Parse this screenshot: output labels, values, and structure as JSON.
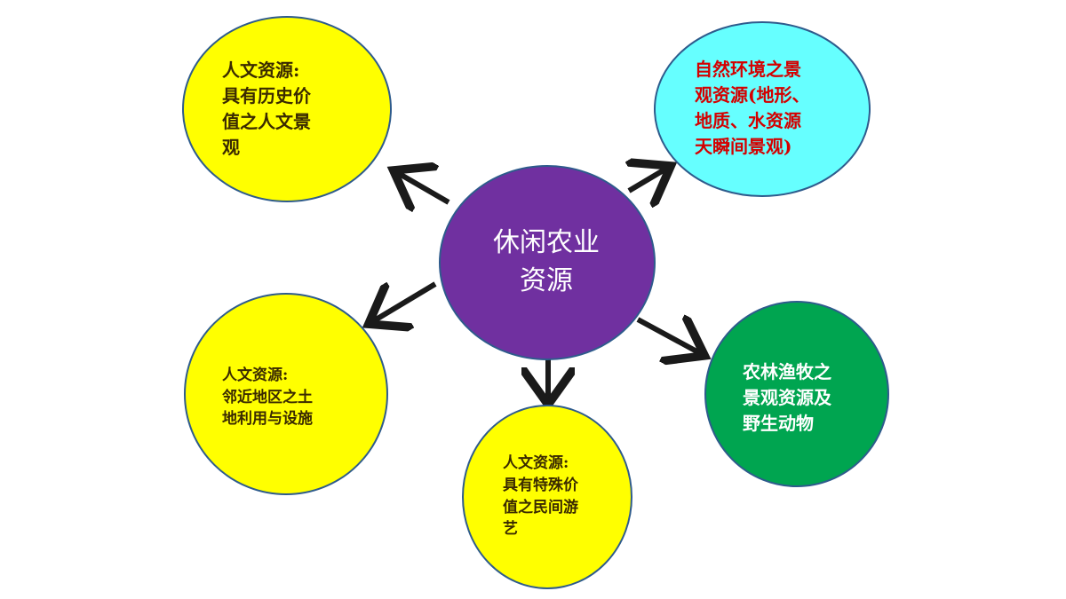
{
  "colors": {
    "center_fill": "#7030a0",
    "yellow_fill": "#ffff00",
    "cyan_fill": "#66ffff",
    "green_fill": "#00a550",
    "outline": "#2e5b8c",
    "arrow": "#1a1a1a"
  },
  "center": {
    "text": "休闲农业\n资源"
  },
  "nodes": {
    "top_left": {
      "text": "人文资源:\n具有历史价\n值之人文景\n观"
    },
    "top_right": {
      "text": "自然环境之景\n观资源(地形、\n地质、水资源\n天瞬间景观)"
    },
    "mid_left": {
      "text": "人文资源:\n邻近地区之土\n地利用与设施"
    },
    "bottom": {
      "text": "人文资源:\n具有特殊价\n值之民间游\n艺"
    },
    "right": {
      "text": "农林渔牧之\n景观资源及\n野生动物"
    }
  }
}
